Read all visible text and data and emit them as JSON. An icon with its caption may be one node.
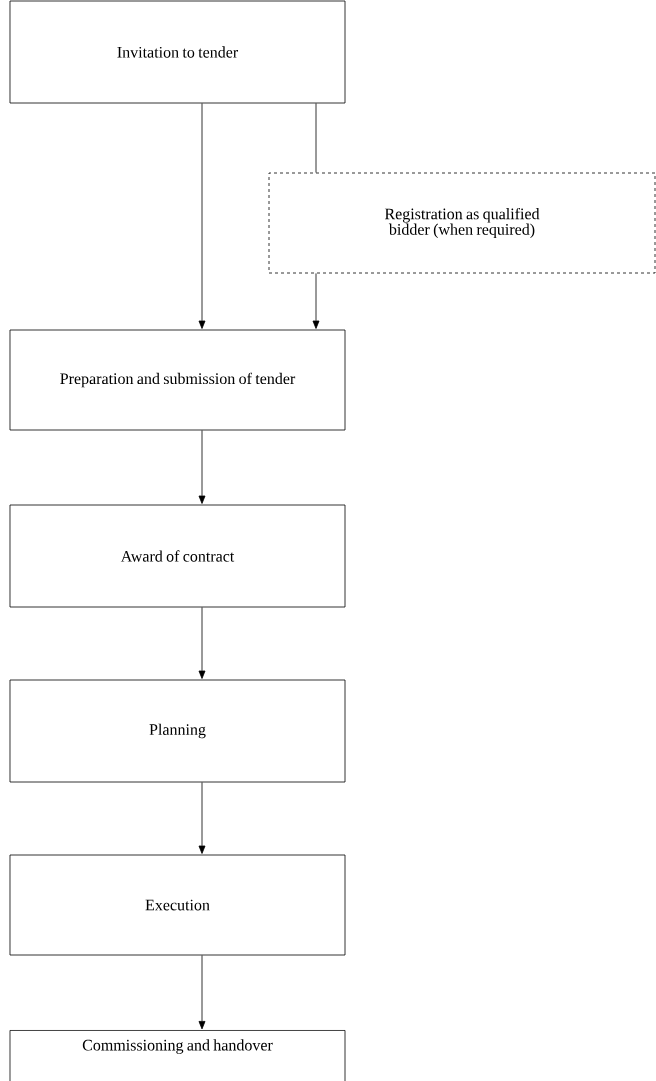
{
  "diagram": {
    "nodes": [
      {
        "text": [
          "Invitation to tender"
        ]
      },
      {
        "text": [
          "Registration as qualified bidder (when required)"
        ]
      },
      {
        "text": [
          "Preparation and submission of tender"
        ]
      },
      {
        "text": [
          "Award of contract"
        ]
      },
      {
        "text": [
          "Planning"
        ]
      },
      {
        "text": [
          "Execution"
        ]
      },
      {
        "text": [
          "Commissioning and handover"
        ]
      }
    ],
    "edges": [
      {
        "from": 0,
        "to": 2,
        "arrow": "to"
      },
      {
        "from": 0,
        "to": 1,
        "arrow": "none"
      },
      {
        "from": 1,
        "to": 2,
        "arrow": "to"
      },
      {
        "from": 2,
        "to": 3,
        "arrow": "to"
      },
      {
        "from": 3,
        "to": 4,
        "arrow": "to"
      },
      {
        "from": 4,
        "to": 5,
        "arrow": "to"
      },
      {
        "from": 5,
        "to": 6,
        "arrow": "to"
      }
    ]
  }
}
